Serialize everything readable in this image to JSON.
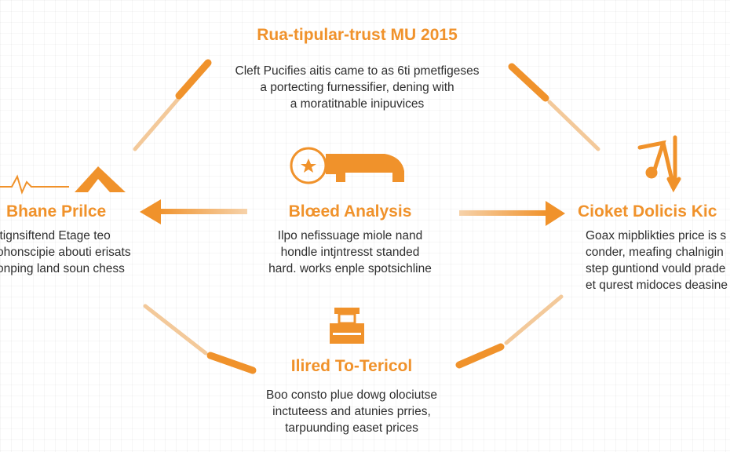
{
  "colors": {
    "accent": "#f0922b",
    "pale": "#f3c99a",
    "text": "#2e2e2e"
  },
  "top": {
    "title": "Rua-tipular-trust MU 2015",
    "lines": [
      "Cleft Pucifies aitis came to as 6ti pmetfigeses",
      "a portecting furnessifier, dening with",
      "a moratitnable inipuvices"
    ]
  },
  "center": {
    "icon": "compass-key-icon",
    "title": "Blœed Analysis",
    "lines": [
      "Ilpo nefissuage miole nand",
      "hondle intjntresst standed",
      "hard. works enple spotsichline"
    ]
  },
  "left": {
    "icon": "pulse-mountain-icon",
    "title": "Bhane Prilce",
    "lines": [
      "itignsiftend Etage teo",
      "ohonscipie abouti erisats",
      "onping land soun chess"
    ]
  },
  "right": {
    "icon": "music-arrow-icon",
    "title": "Cioket Dolicis Kic",
    "lines": [
      "Goax mipblikties price is s",
      "conder, meafing chalnigin",
      "step guntiond vould prade",
      "et qurest midoces deasine"
    ]
  },
  "bottom": {
    "icon": "toolbox-icon",
    "title": "Ilired To-Tericol",
    "lines": [
      "Boo consto plue dowg olociutse",
      "inctuteess and atunies prries,",
      "tarpuunding easet prices"
    ]
  }
}
